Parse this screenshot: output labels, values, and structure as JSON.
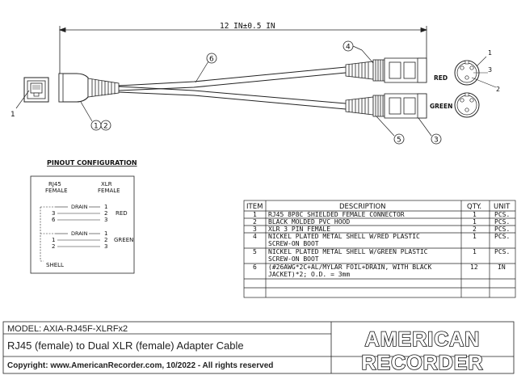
{
  "dimension": {
    "label": "12 IN±0.5 IN"
  },
  "callouts": [
    "1",
    "2",
    "3",
    "4",
    "5",
    "6"
  ],
  "connector_labels": {
    "red": "RED",
    "green": "GREEN"
  },
  "pinout": {
    "title": "PINOUT CONFIGURATION",
    "rj45_header": [
      "RJ45",
      "FEMALE"
    ],
    "xlr_header": [
      "XLR",
      "FEMALE"
    ],
    "groups": [
      {
        "color": "RED",
        "drain": "DRAIN",
        "pins": [
          [
            "",
            "1"
          ],
          [
            "3",
            "2"
          ],
          [
            "6",
            "3"
          ]
        ]
      },
      {
        "color": "GREEN",
        "drain": "DRAIN",
        "pins": [
          [
            "",
            "1"
          ],
          [
            "1",
            "2"
          ],
          [
            "2",
            "3"
          ]
        ]
      }
    ],
    "shell": "SHELL"
  },
  "bom": {
    "headers": [
      "ITEM",
      "DESCRIPTION",
      "QTY.",
      "UNIT"
    ],
    "rows": [
      [
        "1",
        "RJ45 8P8C SHIELDED FEMALE CONNECTOR",
        "1",
        "PCS."
      ],
      [
        "2",
        "BLACK MOLDED PVC HOOD",
        "1",
        "PCS."
      ],
      [
        "3",
        "XLR 3 PIN FEMALE",
        "2",
        "PCS."
      ],
      [
        "4",
        "NICKEL PLATED METAL SHELL W/RED PLASTIC",
        "1",
        "PCS."
      ],
      [
        "",
        "SCREW-ON BOOT",
        "",
        ""
      ],
      [
        "5",
        "NICKEL PLATED METAL SHELL W/GREEN PLASTIC",
        "1",
        "PCS."
      ],
      [
        "",
        "SCREW-ON BOOT",
        "",
        ""
      ],
      [
        "6",
        "(#26AWG*2C+AL/MYLAR FOIL+DRAIN, WITH BLACK",
        "12",
        "IN"
      ],
      [
        "",
        "JACKET)*2; O.D. = 3mm",
        "",
        ""
      ],
      [
        "",
        "",
        "",
        ""
      ],
      [
        "",
        "",
        "",
        ""
      ]
    ]
  },
  "title_block": {
    "model": "MODEL: AXIA-RJ45F-XLRFx2",
    "title": "RJ45 (female) to Dual XLR (female) Adapter Cable",
    "copyright": "Copyright: www.AmericanRecorder.com, 10/2022 - All rights reserved",
    "logo_line1": "AMERICAN",
    "logo_line2": "RECORDER"
  }
}
